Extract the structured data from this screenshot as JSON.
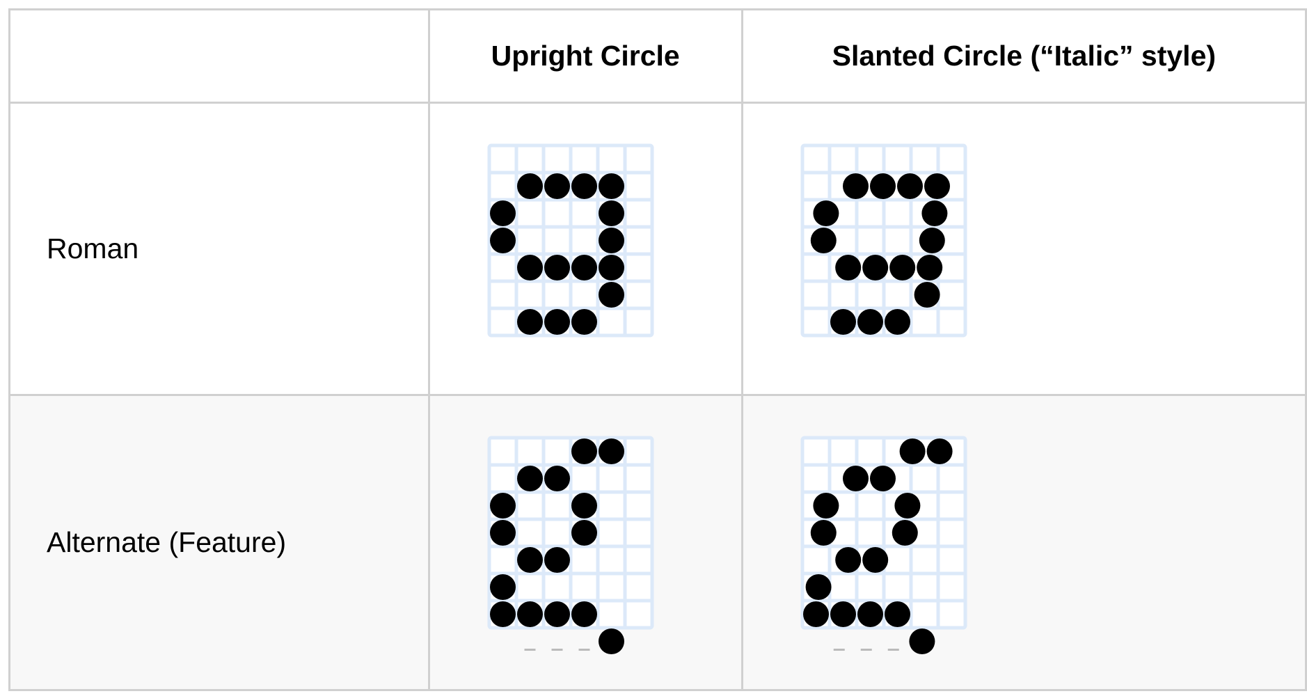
{
  "header": {
    "corner": "",
    "col_upright": "Upright Circle",
    "col_slanted": "Slanted Circle (“Italic” style)"
  },
  "rows": [
    {
      "label": "Roman",
      "bitmap": [
        "......",
        ".####.",
        "#...#.",
        "#...#.",
        ".####.",
        "....#.",
        ".###.."
      ]
    },
    {
      "label": "Alternate (Feature)",
      "bitmap": [
        "...##.",
        ".##...",
        "#..#..",
        "#..#..",
        ".##...",
        "#.....",
        "####..",
        "....#."
      ],
      "descender_dashes": [
        1,
        2,
        3
      ]
    }
  ],
  "colors": {
    "grid": "#dce9f9",
    "dot": "#000000",
    "border": "#d0d0d0",
    "alt_row_bg": "#f8f8f8"
  }
}
